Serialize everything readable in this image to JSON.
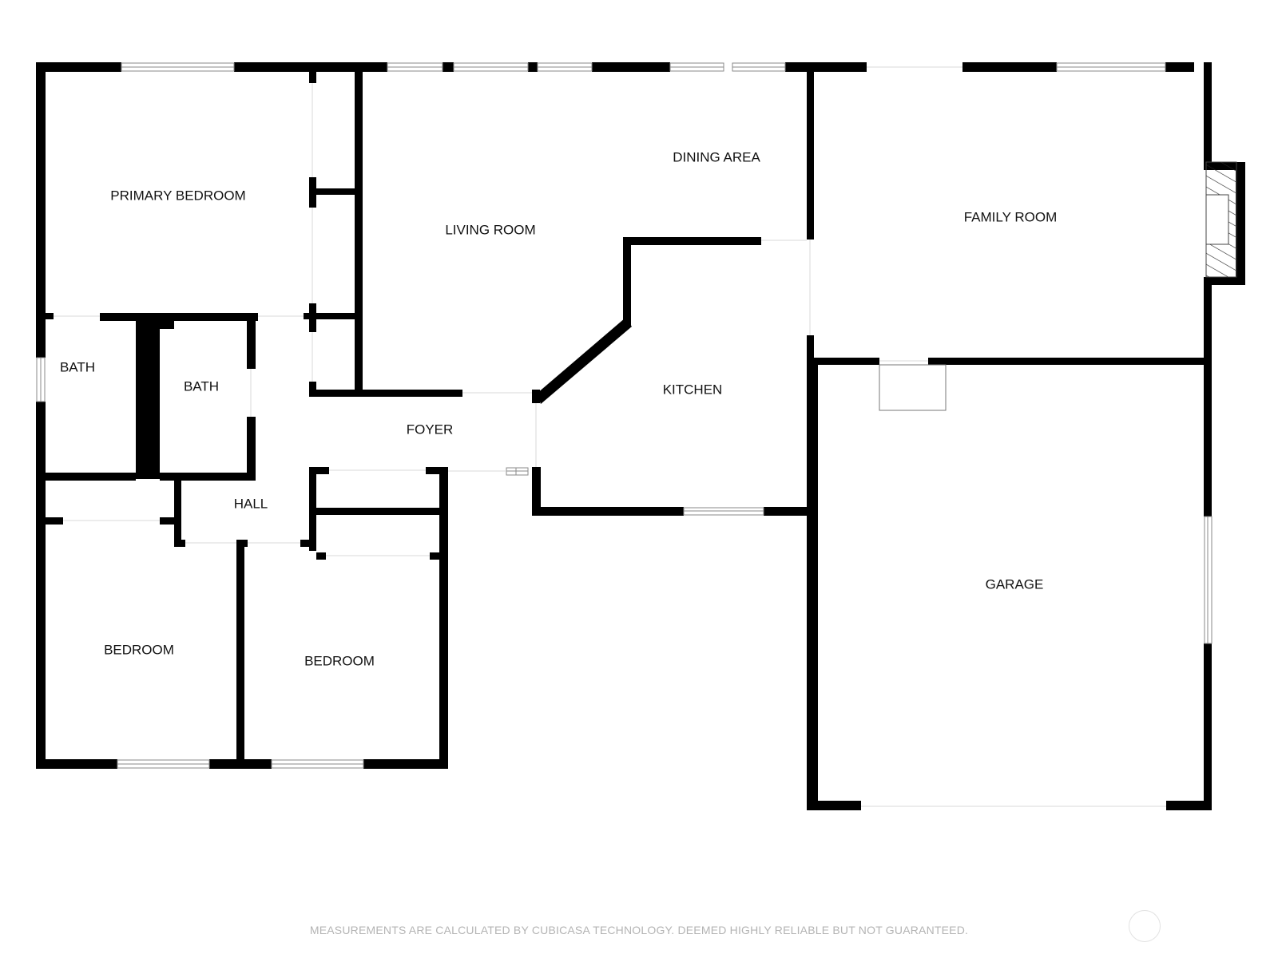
{
  "rooms": {
    "primary_bedroom": "PRIMARY BEDROOM",
    "living_room": "LIVING ROOM",
    "dining_area": "DINING AREA",
    "family_room": "FAMILY ROOM",
    "bath_1": "BATH",
    "bath_2": "BATH",
    "kitchen": "KITCHEN",
    "foyer": "FOYER",
    "hall": "HALL",
    "garage": "GARAGE",
    "bedroom_1": "BEDROOM",
    "bedroom_2": "BEDROOM"
  },
  "footer": {
    "disclaimer": "MEASUREMENTS ARE CALCULATED BY CUBICASA TECHNOLOGY. DEEMED HIGHLY RELIABLE BUT NOT GUARANTEED."
  },
  "colors": {
    "wall": "#000000",
    "background": "#ffffff",
    "window_frame": "#8a8a8a",
    "disclaimer_text": "#b4b4b4"
  },
  "icons": {
    "fireplace": "fireplace-icon",
    "logo": "cubicasa-logo-icon"
  }
}
